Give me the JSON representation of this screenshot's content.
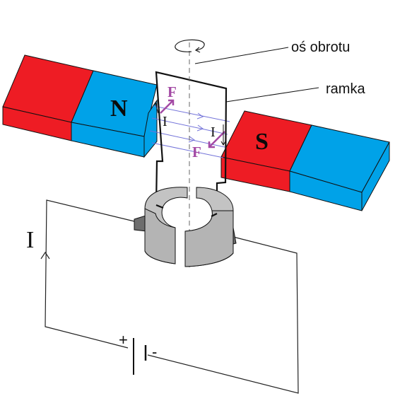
{
  "labels": {
    "axis": "oś obrotu",
    "frame": "ramka",
    "north": "N",
    "south": "S",
    "force_top": "F",
    "force_bottom": "F",
    "current_left_wire": "I",
    "current_right_wire": "I",
    "circuit_current": "I",
    "battery_plus": "+",
    "battery_minus": "-"
  },
  "colors": {
    "magnet_red": "#ee1c24",
    "magnet_blue": "#00a2e8",
    "force": "#a349a4",
    "field_lines": "#7373d9",
    "commutator": "#c3c3c3"
  }
}
